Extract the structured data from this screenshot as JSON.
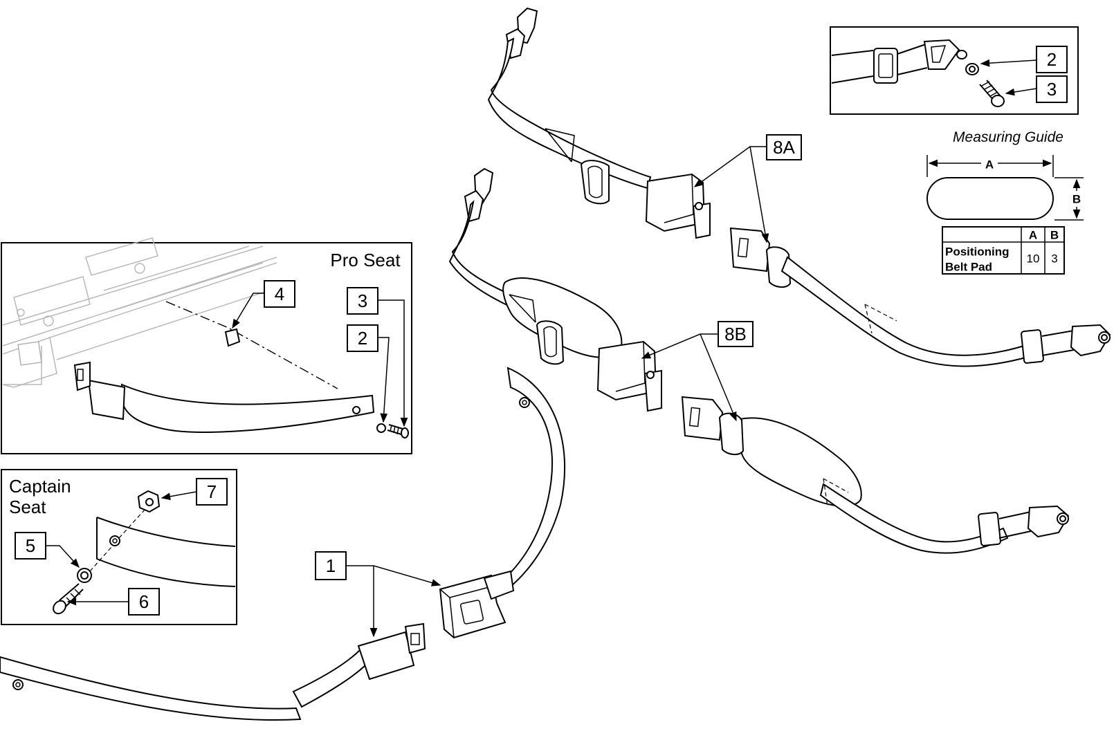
{
  "insets": {
    "pro_seat": {
      "title": "Pro Seat"
    },
    "captain_seat": {
      "title_line1": "Captain",
      "title_line2": "Seat"
    },
    "detail": {}
  },
  "callouts": {
    "c1": "1",
    "c2_pro": "2",
    "c3_pro": "3",
    "c4": "4",
    "c5": "5",
    "c6": "6",
    "c7": "7",
    "c2_detail": "2",
    "c3_detail": "3",
    "c8a": "8A",
    "c8b": "8B"
  },
  "measuring_guide": {
    "title": "Measuring Guide",
    "dim_a": "A",
    "dim_b": "B",
    "table": {
      "headers": [
        "",
        "A",
        "B"
      ],
      "row_label_line1": "Positioning",
      "row_label_line2": "Belt Pad",
      "a_value": "10",
      "b_value": "3"
    }
  }
}
